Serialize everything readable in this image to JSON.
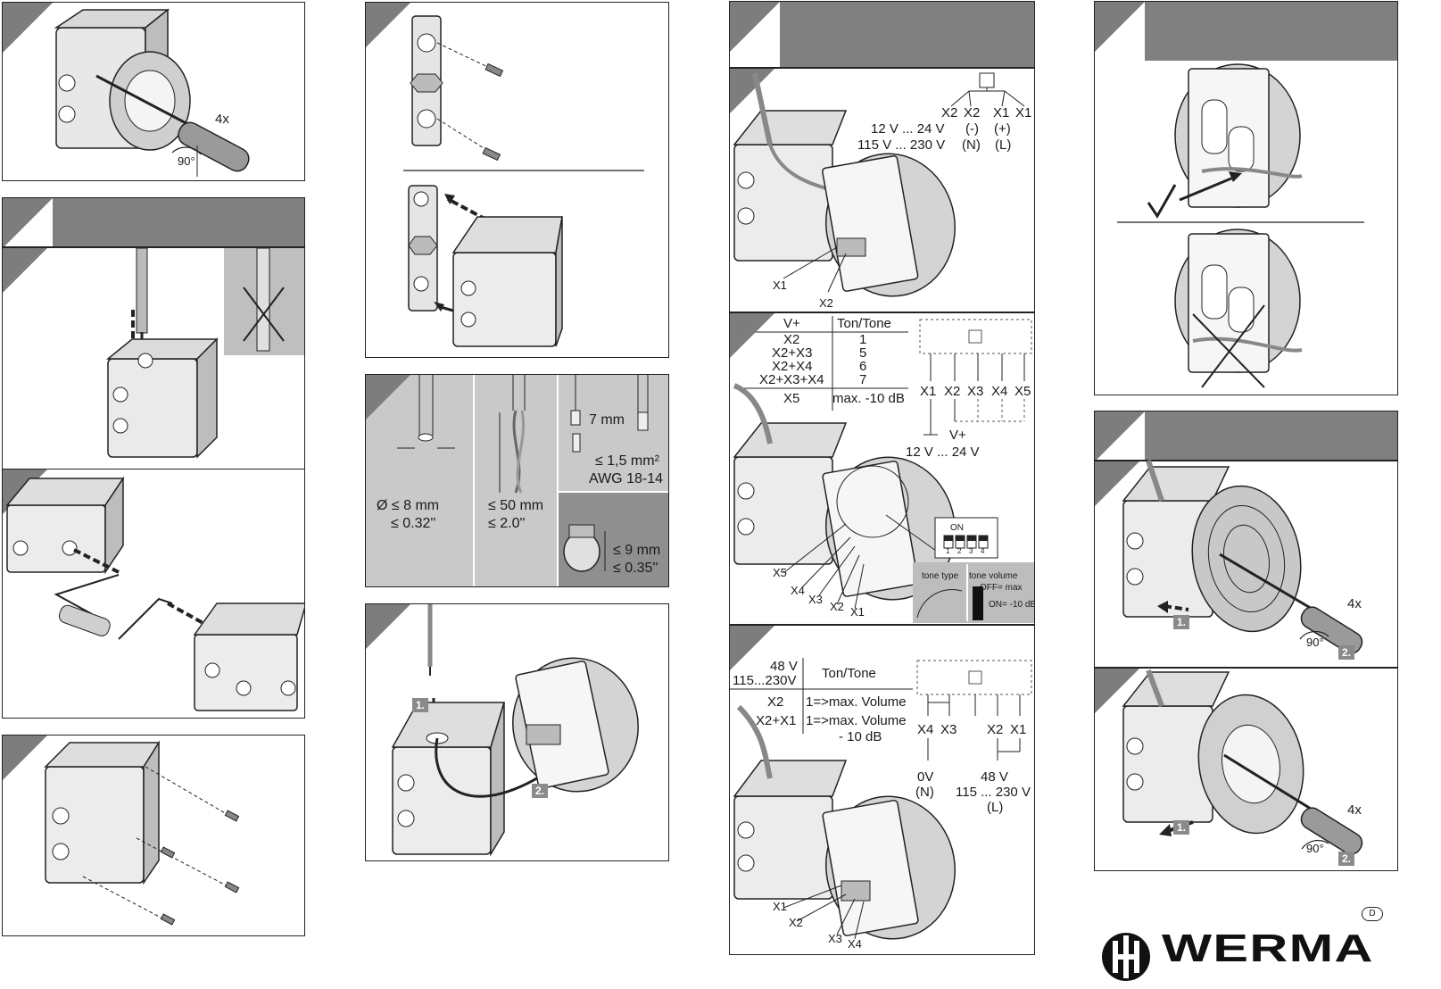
{
  "panel1": {
    "count": "4x",
    "angle": "90°"
  },
  "panel_tb": {
    "pierce_note": ""
  },
  "cable": {
    "diameter": "Ø ≤ 8 mm",
    "diameter_in": "≤ 0.32''",
    "length": "≤ 50 mm",
    "length_in": "≤ 2.0''",
    "strip": "7 mm",
    "cross_section": "≤ 1,5 mm²",
    "awg": "AWG 18-14",
    "gland": "≤ 9 mm",
    "gland_in": "≤ 0.35''"
  },
  "mount": {
    "step1": "1.",
    "step2": "2."
  },
  "wiring1": {
    "terminals": [
      "X2",
      "X2",
      "X1",
      "X1"
    ],
    "v_low": "12 V ... 24 V",
    "v_high": "115 V ... 230 V",
    "neg": "(-)",
    "pos": "(+)",
    "n": "(N)",
    "l": "(L)",
    "lbl_x1": "X1",
    "lbl_x2": "X2"
  },
  "tone_table": {
    "head_v": "V+",
    "head_tone": "Ton/Tone",
    "rows": [
      {
        "v": "X2",
        "tone": "1"
      },
      {
        "v": "X2+X3",
        "tone": "5"
      },
      {
        "v": "X2+X4",
        "tone": "6"
      },
      {
        "v": "X2+X3+X4",
        "tone": "7"
      },
      {
        "v": "X5",
        "tone": "max. -10 dB"
      }
    ],
    "terminals": [
      "X1",
      "X2",
      "X3",
      "X4",
      "X5"
    ],
    "vplus": "V+",
    "voltage": "12 V ... 24 V",
    "dip_on": "ON",
    "dip_nums": [
      "1",
      "2",
      "3",
      "4"
    ],
    "tone_type": "tone type",
    "tone_volume": "tone volume",
    "off_max": "OFF= max",
    "on_minus": "ON= -10 dB",
    "labels": [
      "X5",
      "X4",
      "X3",
      "X2",
      "X1"
    ]
  },
  "tone_table2": {
    "head_v1": "48 V",
    "head_v2": "115...230V",
    "head_tone": "Ton/Tone",
    "row1_v": "X2",
    "row1_t": "1=>max. Volume",
    "row2_v": "X2+X1",
    "row2_t": "1=>max. Volume",
    "row2_t2": "- 10 dB",
    "terminals": [
      "X4",
      "X3",
      "X2",
      "X1"
    ],
    "zero": "0V",
    "n": "(N)",
    "v48": "48 V",
    "v230": "115 ... 230 V",
    "l": "(L)",
    "labels": [
      "X1",
      "X2",
      "X3",
      "X4"
    ]
  },
  "close1": {
    "step1": "1.",
    "step2": "2.",
    "count": "4x",
    "angle": "90°"
  },
  "close2": {
    "step1": "1.",
    "step2": "2.",
    "count": "4x",
    "angle": "90°"
  },
  "footer": {
    "country": "D",
    "brand": "WERMA"
  }
}
